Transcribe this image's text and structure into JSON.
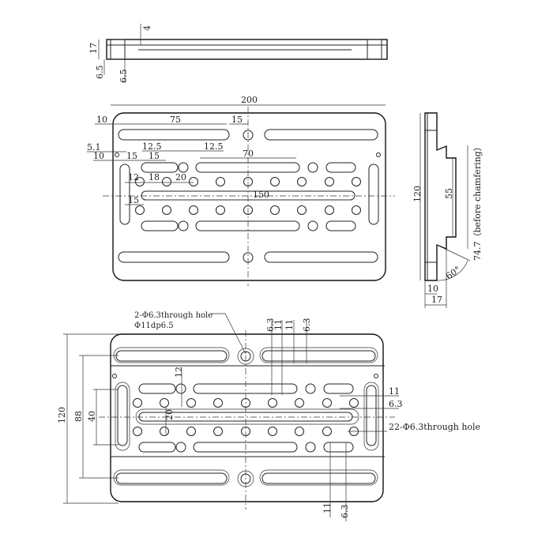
{
  "top_view": {
    "dims": [
      "17",
      "4",
      "6.5",
      "6.5"
    ]
  },
  "plan_view": {
    "dims": [
      "200",
      "10",
      "75",
      "15",
      "5.1",
      "10",
      "15",
      "15",
      "12.5",
      "12.5",
      "70",
      "12",
      "18",
      "20",
      "150",
      "15"
    ]
  },
  "side_view": {
    "dims": [
      "120",
      "55",
      "74.7（before chamfering）",
      "60°",
      "10",
      "17"
    ]
  },
  "bottom_view": {
    "callout_counterbore": "2-Φ6.3through hole",
    "callout_depth": "Φ11dp6.5",
    "top_dims": [
      "6.3",
      "11",
      "11",
      "6.3"
    ],
    "left_dims": [
      "12",
      "20",
      "40",
      "88",
      "120"
    ],
    "right_dims": [
      "11",
      "6.3"
    ],
    "callout_holes": "22-Φ6.3through hole",
    "bottom_dims": [
      "11",
      "6.3"
    ]
  }
}
